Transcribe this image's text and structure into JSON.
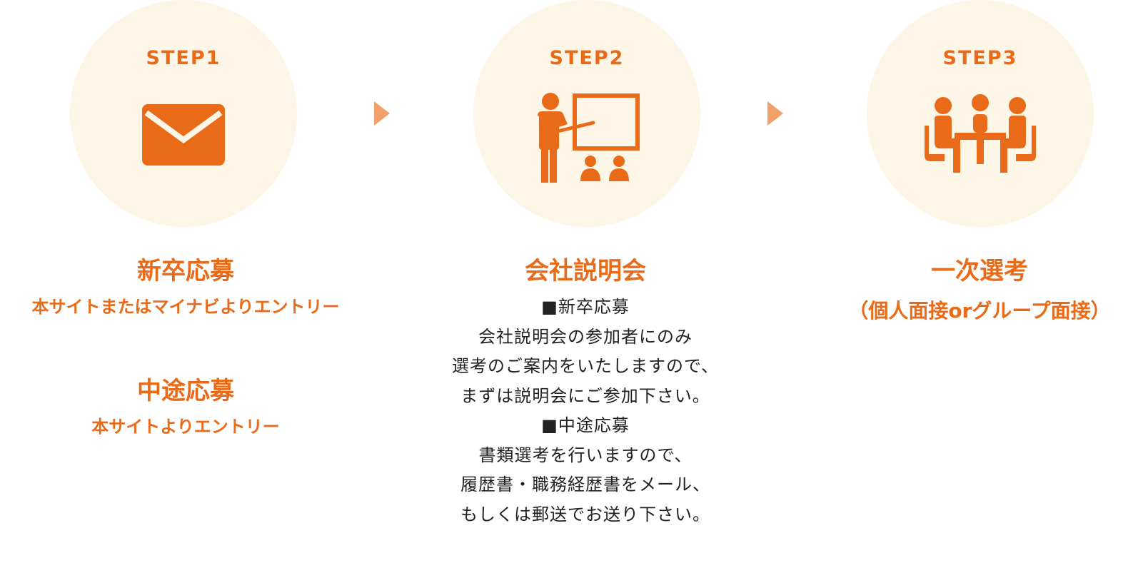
{
  "colors": {
    "accent": "#e96b1a",
    "circle_bg": "#fdf5e5",
    "arrow": "#f2a06a",
    "body_text": "#222222"
  },
  "steps": [
    {
      "label": "STEP1",
      "icon": "envelope-icon",
      "title": "新卒応募",
      "subtitle": "本サイトまたはマイナビよりエントリー",
      "title2": "中途応募",
      "subtitle2": "本サイトよりエントリー"
    },
    {
      "label": "STEP2",
      "icon": "presentation-icon",
      "title": "会社説明会",
      "description": [
        "■新卒応募",
        "会社説明会の参加者にのみ",
        "選考のご案内をいたしますので、",
        "まずは説明会にご参加下さい。",
        "■中途応募",
        "書類選考を行いますので、",
        "履歴書・職務経歴書をメール、",
        "もしくは郵送でお送り下さい。"
      ]
    },
    {
      "label": "STEP3",
      "icon": "meeting-icon",
      "title": "一次選考",
      "subtitle": "（個人面接orグループ面接）"
    }
  ]
}
